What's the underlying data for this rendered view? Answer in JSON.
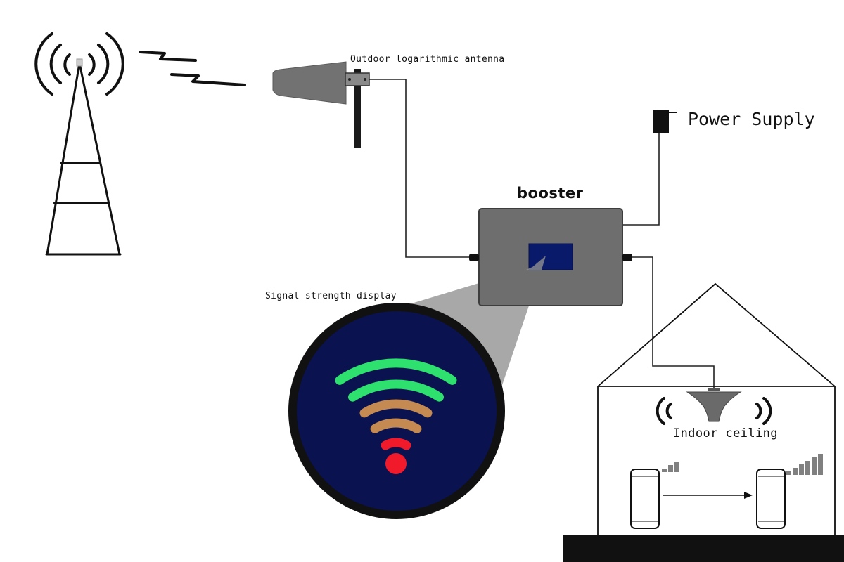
{
  "labels": {
    "outdoor_antenna": "Outdoor logarithmic antenna",
    "power_supply": "Power Supply",
    "booster": "booster",
    "signal_display": "Signal strength display",
    "indoor_ceiling": "Indoor ceiling"
  },
  "colors": {
    "display_background": "#0a1250",
    "signal_bar_strong": "#2ee06e",
    "signal_bar_medium": "#c48a52",
    "signal_bar_weak": "#f01a2a",
    "booster_body": "#6e6e6e",
    "antenna_body": "#727272",
    "cable": "#222222"
  },
  "signal_display": {
    "bars": [
      {
        "level": "strong"
      },
      {
        "level": "strong"
      },
      {
        "level": "medium"
      },
      {
        "level": "medium"
      },
      {
        "level": "weak"
      }
    ]
  },
  "phones": {
    "left_signal_bars": 3,
    "right_signal_bars": 6
  }
}
